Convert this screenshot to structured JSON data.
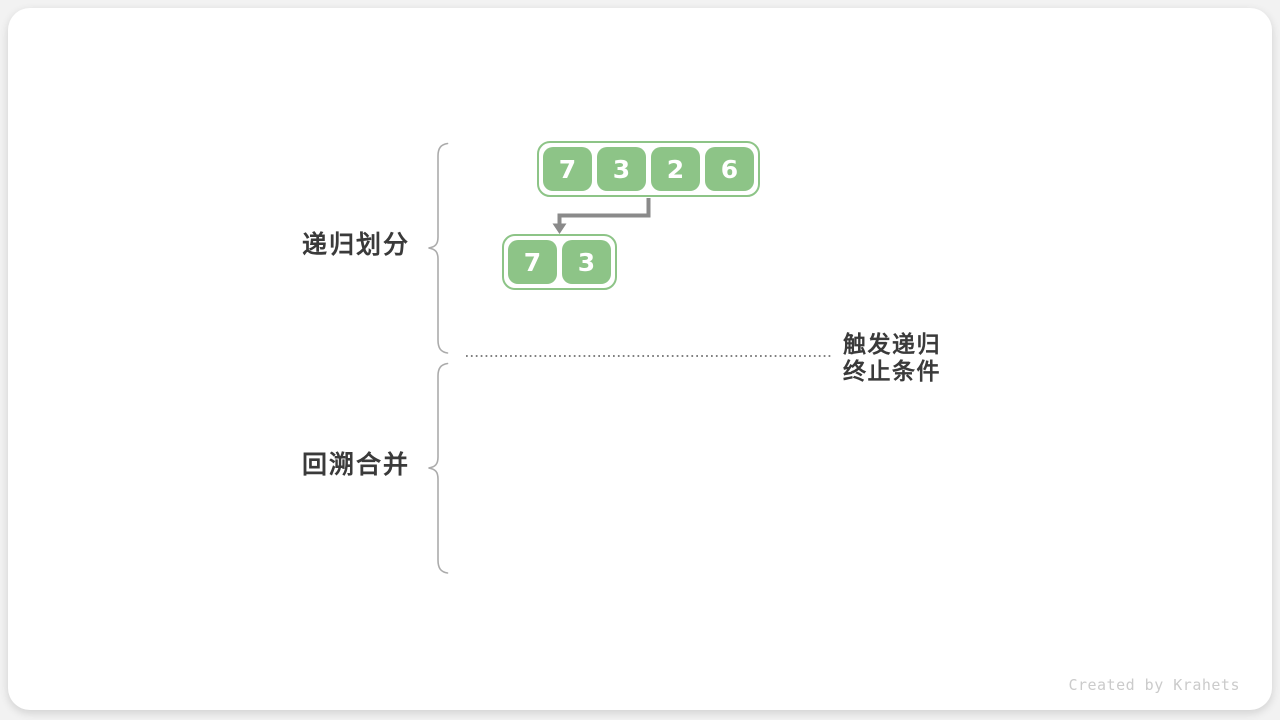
{
  "diagram": {
    "stage_labels": {
      "recursive_partition": "递归划分",
      "backtrack_merge": "回溯合并"
    },
    "annotation": {
      "line1": "触发递归",
      "line2": "终止条件"
    },
    "arrays": {
      "top": [
        "7",
        "3",
        "2",
        "6"
      ],
      "sub": [
        "7",
        "3"
      ]
    },
    "icons": {
      "partition_arrow": "elbow-arrow-down-left",
      "brace_left": "curly-brace-opening-left",
      "termination_divider": "horizontal-dotted-line"
    },
    "colors": {
      "cell_green": "#8dc487",
      "arrow_gray": "#8a8a8a",
      "brace_gray": "#ababab",
      "divider_gray": "#6e6e6e",
      "label_dark": "#3a3a3a",
      "watermark_gray": "#cbcbcb",
      "card_background": "#ffffff",
      "page_background": "#f2f2f2"
    },
    "watermark": "Created by Krahets"
  }
}
